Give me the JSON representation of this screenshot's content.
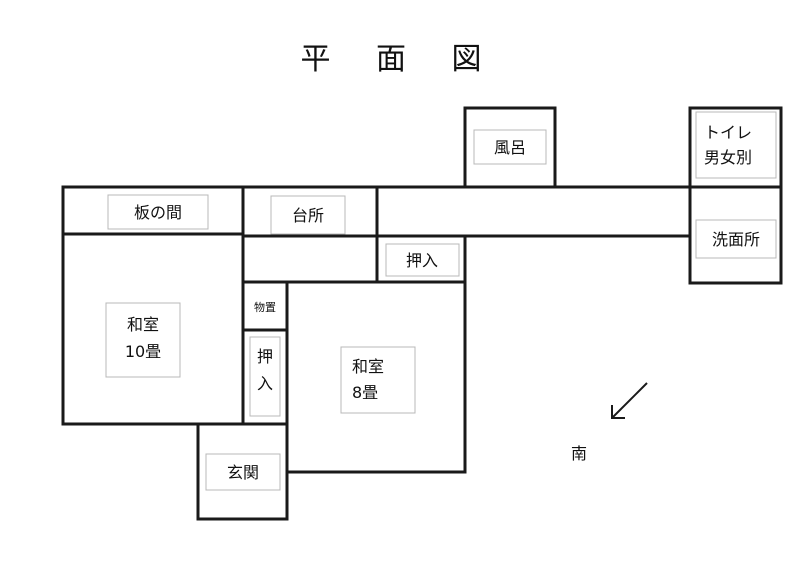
{
  "title": "平 面 図",
  "rooms": {
    "furo": "風呂",
    "toilet_line1": "トイレ",
    "toilet_line2": "男女別",
    "senmen": "洗面所",
    "ita_no_ma": "板の間",
    "daidokoro": "台所",
    "oshiire_top": "押入",
    "monooki": "物置",
    "washitsu10_line1": "和室",
    "washitsu10_line2": "10畳",
    "oshiire_side_1": "押",
    "oshiire_side_2": "入",
    "washitsu8_line1": "和室",
    "washitsu8_line2": "8畳",
    "genkan": "玄関"
  },
  "compass": {
    "label": "南"
  }
}
